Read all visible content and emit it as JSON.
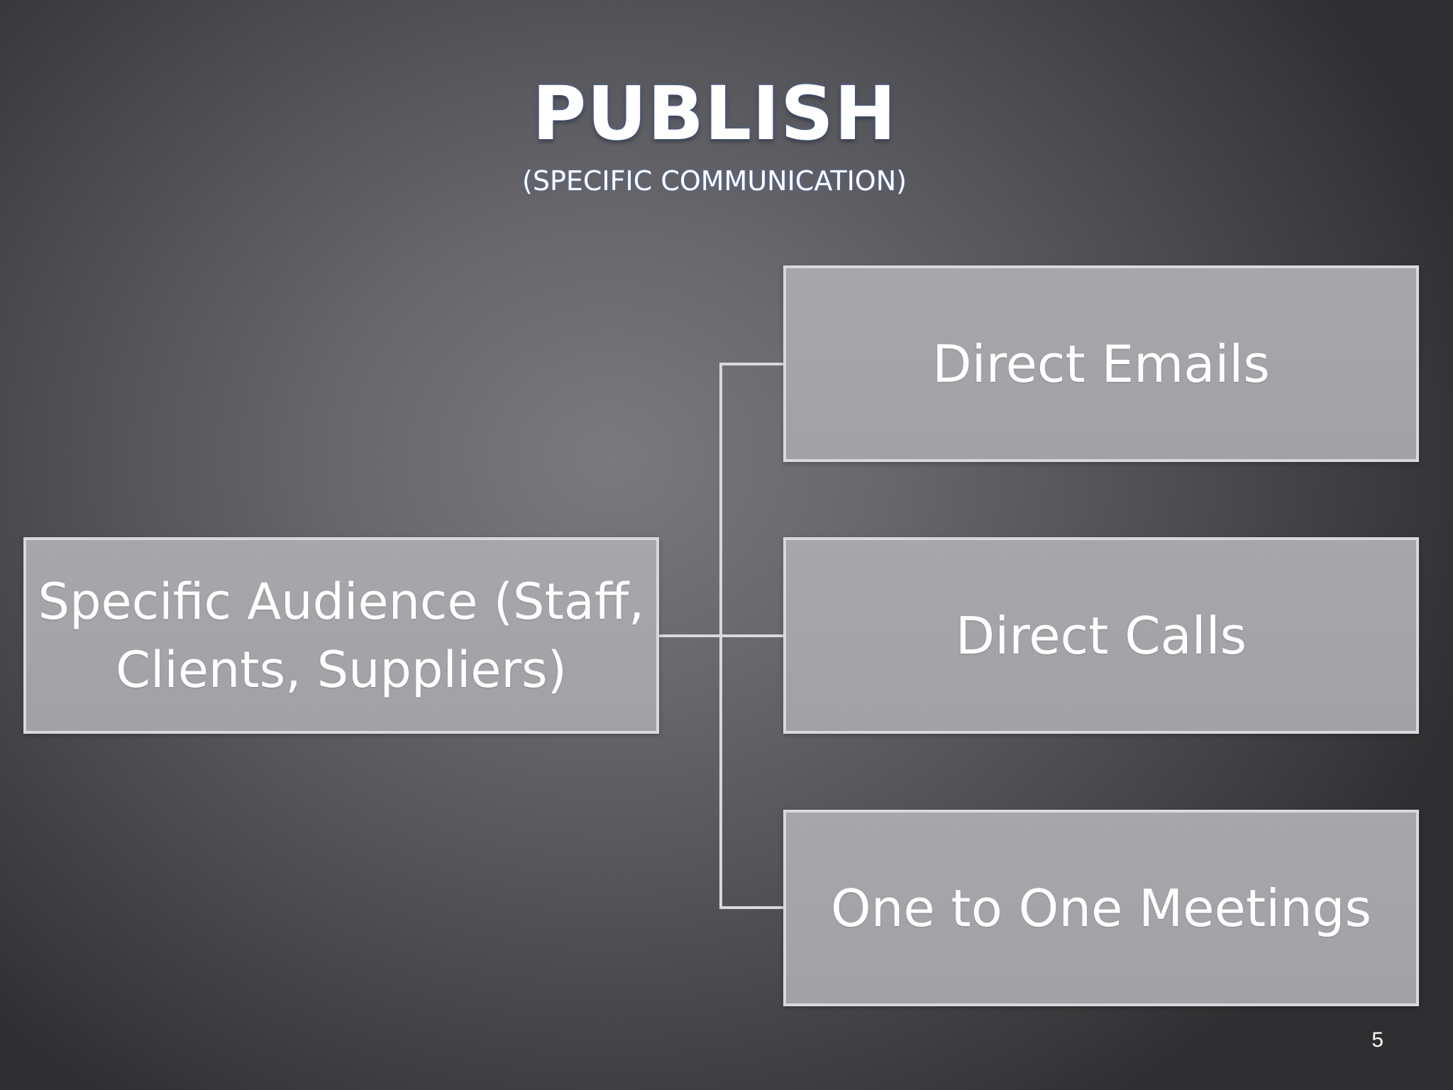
{
  "slide": {
    "title": "PUBLISH",
    "subtitle": "(SPECIFIC COMMUNICATION)",
    "page_number": "5"
  },
  "diagram": {
    "type": "hierarchy",
    "root": {
      "label": "Specific Audience (Staff, Clients, Suppliers)"
    },
    "children": [
      {
        "label": "Direct Emails"
      },
      {
        "label": "Direct Calls"
      },
      {
        "label": "One to One Meetings"
      }
    ]
  },
  "colors": {
    "box_fill": "#a5a4a8",
    "box_border": "#d9d8dc",
    "connector": "#d9d8dc",
    "text": "#ffffff",
    "title_glow": "#506eb4"
  }
}
